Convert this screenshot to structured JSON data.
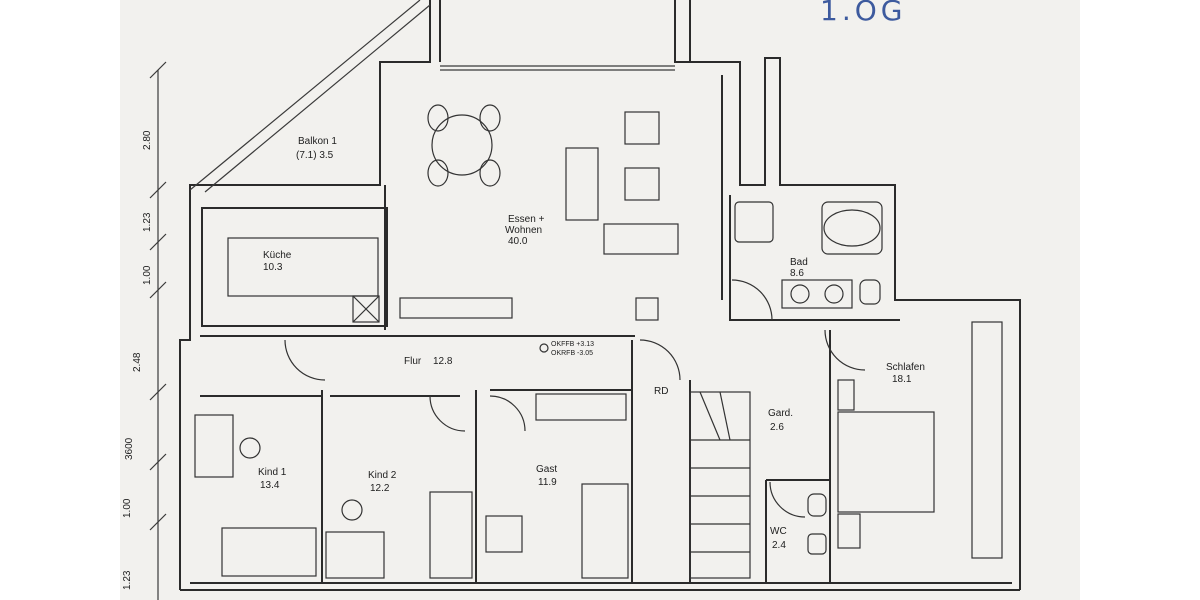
{
  "floor_label": "1.OG",
  "dimensions": [
    "2.80",
    "1.23",
    "1.00",
    "2.48",
    "3600",
    "1.00",
    "1.23"
  ],
  "rooms": [
    {
      "name": "Balkon 1",
      "area": "(7.1) 3.5"
    },
    {
      "name": "Essen +",
      "name2": "Wohnen",
      "area": "40.0"
    },
    {
      "name": "Küche",
      "area": "10.3"
    },
    {
      "name": "Bad",
      "area": "8.6"
    },
    {
      "name": "Flur",
      "area": "12.8"
    },
    {
      "name": "RD",
      "area": ""
    },
    {
      "name": "Schlafen",
      "area": "18.1"
    },
    {
      "name": "Gard.",
      "area": "2.6"
    },
    {
      "name": "Kind 1",
      "area": "13.4"
    },
    {
      "name": "Kind 2",
      "area": "12.2"
    },
    {
      "name": "Gast",
      "area": "11.9"
    },
    {
      "name": "WC",
      "area": "2.4"
    }
  ],
  "level_marks": [
    "OKFFB +3.13",
    "OKRFB -3.05"
  ]
}
